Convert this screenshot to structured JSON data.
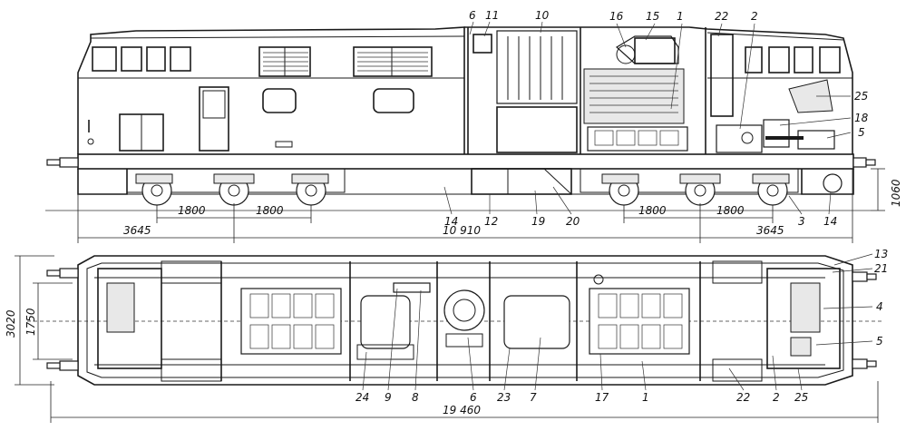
{
  "callouts_side": [
    "6",
    "11",
    "10",
    "16",
    "15",
    "1",
    "22",
    "2",
    "25",
    "18",
    "5"
  ],
  "callouts_side_bottom": [
    "14",
    "12",
    "19",
    "20",
    "3",
    "14"
  ],
  "dims_side": {
    "d1": "1800",
    "d2": "1800",
    "d3": "3645",
    "d4": "10 910",
    "d5": "1800",
    "d6": "1800",
    "d7": "3645",
    "height": "1060"
  },
  "callouts_plan_right": [
    "13",
    "21",
    "4",
    "5"
  ],
  "callouts_plan_bottom": [
    "24",
    "9",
    "8",
    "6",
    "23",
    "7",
    "17",
    "1",
    "22",
    "2",
    "25"
  ],
  "dims_plan": {
    "width_outer": "3020",
    "width_inner": "1750",
    "length": "19 460"
  }
}
